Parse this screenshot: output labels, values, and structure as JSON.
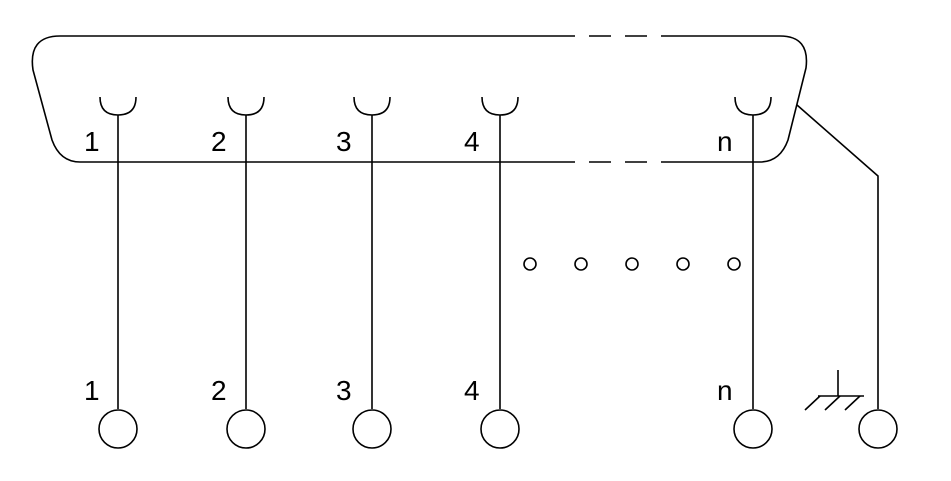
{
  "diagram": {
    "connector_pin_labels": [
      "1",
      "2",
      "3",
      "4",
      "n"
    ],
    "terminal_labels": [
      "1",
      "2",
      "3",
      "4",
      "n"
    ],
    "ellipsis_dot_count": 5,
    "line_color": "#000000",
    "background_color": "#ffffff"
  }
}
